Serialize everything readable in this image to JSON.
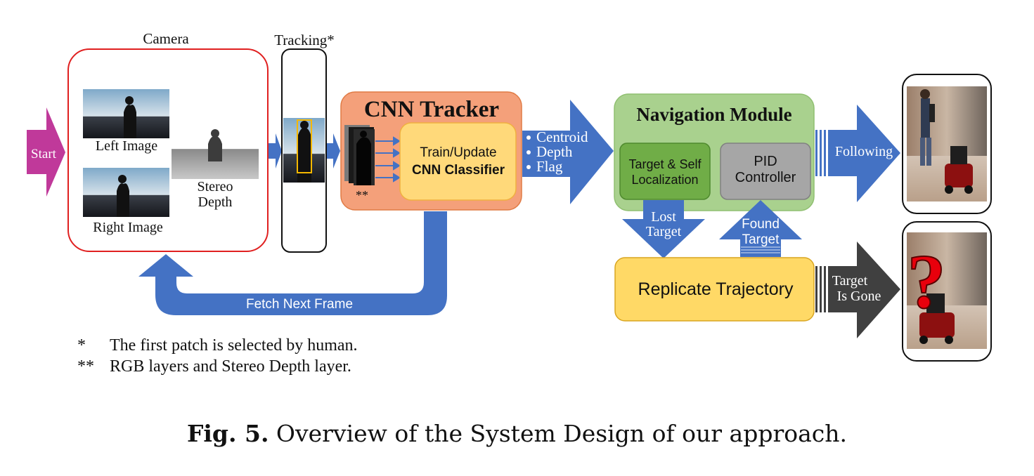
{
  "nodes": {
    "start": "Start",
    "camera": "Camera",
    "left_image": "Left Image",
    "right_image": "Right Image",
    "stereo_line1": "Stereo",
    "stereo_line2": "Depth",
    "tracking": "Tracking*",
    "cnn_tracker": "CNN Tracker",
    "train_update": "Train/Update",
    "cnn_classifier": "CNN Classifier",
    "double_star": "**",
    "outputs": [
      "Centroid",
      "Depth",
      "Flag"
    ],
    "navigation": "Navigation Module",
    "target_self_1": "Target & Self",
    "target_self_2": "Localization",
    "pid_1": "PID",
    "pid_2": "Controller",
    "lost_1": "Lost",
    "lost_2": "Target",
    "found_1": "Found",
    "found_2": "Target",
    "replicate": "Replicate Trajectory",
    "following": "Following",
    "gone_1": "Target",
    "gone_2": "Is Gone",
    "fetch_next": "Fetch Next Frame",
    "question": "?"
  },
  "footnotes": [
    {
      "mark": "*",
      "text": "The first patch is selected by human."
    },
    {
      "mark": "**",
      "text": "RGB layers and Stereo Depth layer."
    }
  ],
  "caption": {
    "label": "Fig. 5.",
    "text": " Overview of the System Design of our approach."
  },
  "colors": {
    "arrow_blue": "#4472c4",
    "start_magenta": "#c0399a",
    "camera_border": "#e02020",
    "cnn_orange": "#f4a07a",
    "classifier_yellow": "#ffd97a",
    "nav_green": "#a9d18e",
    "nav_inner_green": "#70ad47",
    "pid_gray": "#a6a6a6",
    "replicate_yellow": "#ffd966",
    "gone_dark": "#404040"
  }
}
